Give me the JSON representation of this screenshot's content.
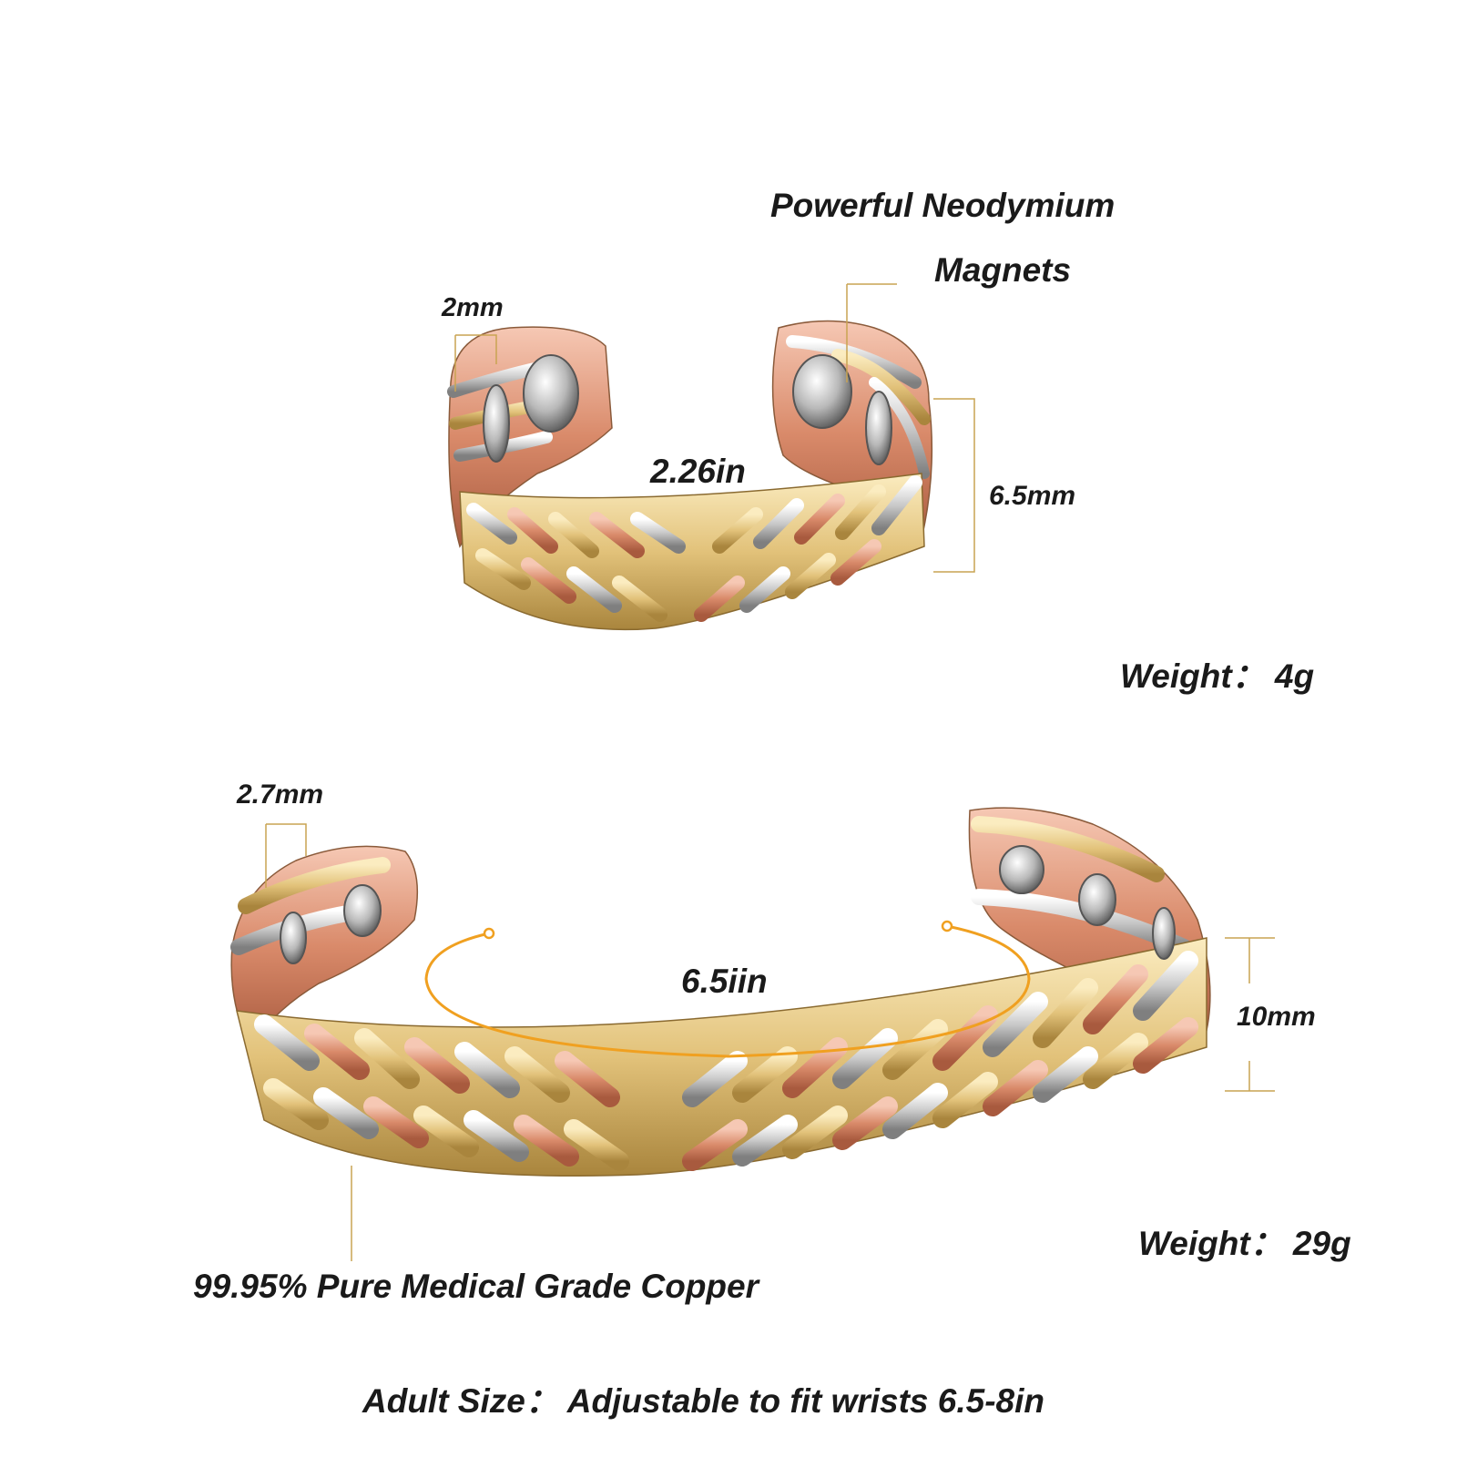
{
  "ring": {
    "magnets_label_line1": "Powerful Neodymium",
    "magnets_label_line2": "Magnets",
    "thickness": "2mm",
    "diameter": "2.26in",
    "width": "6.5mm",
    "weight": "Weight：  4g"
  },
  "bracelet": {
    "thickness": "2.7mm",
    "diameter": "6.5iin",
    "width": "10mm",
    "weight": "Weight：  29g",
    "material": "99.95% Pure Medical Grade Copper"
  },
  "size_note": "Adult Size：  Adjustable to fit wrists 6.5-8in",
  "colors": {
    "annotation_line": "#c9a452",
    "diameter_arc": "#f0a020",
    "copper": "#d98a6a",
    "gold": "#e2c27a",
    "silver": "#c9c9c9",
    "text": "#1a1a1a"
  }
}
